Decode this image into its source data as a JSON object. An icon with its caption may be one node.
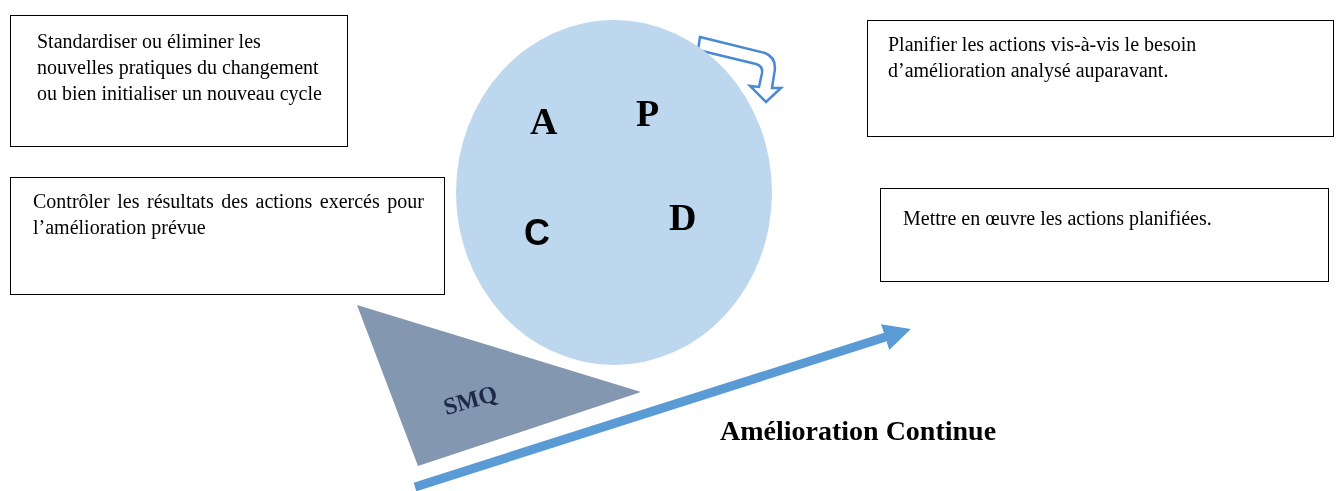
{
  "diagram": {
    "nodes": [
      {
        "text": [
          "Standardiser ou éliminer les nouvelles pratiques du changement ou bien initialiser un nouveau cycle"
        ]
      },
      {
        "text": [
          "Planifier les actions vis-à-vis le besoin d’amélioration analysé auparavant."
        ]
      },
      {
        "text": [
          "A",
          "P",
          "C",
          "D"
        ]
      },
      {
        "text": [
          "Contrôler les résultats des actions exercés pour l’amélioration prévue"
        ]
      },
      {
        "text": [
          "Mettre en œuvre les actions planifiées."
        ]
      },
      {
        "text": [
          "SMQ"
        ]
      }
    ],
    "labels": [
      "Amélioration Continue"
    ]
  }
}
